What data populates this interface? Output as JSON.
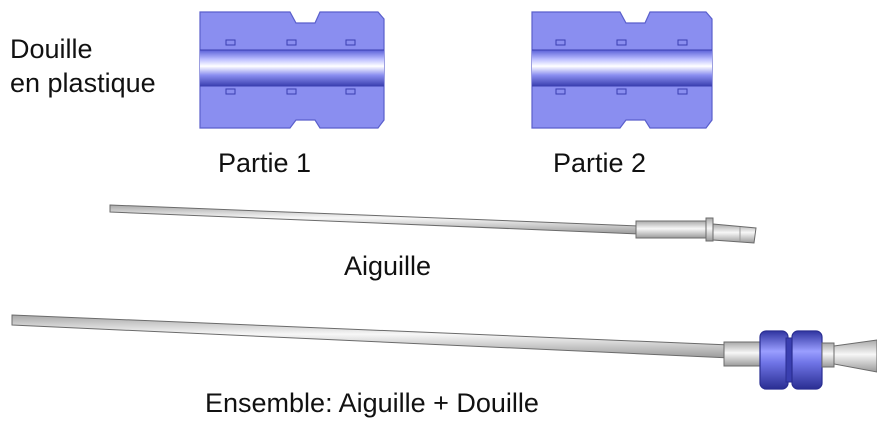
{
  "labels": {
    "douille_line1": "Douille",
    "douille_line2": "en plastique",
    "part1": "Partie 1",
    "part2": "Partie 2",
    "needle": "Aiguille",
    "assembly": "Ensemble: Aiguille + Douille"
  },
  "colors": {
    "sleeve": "#8a8ef0",
    "sleeve_edge": "#5a5fcc",
    "needle": "#d8d8d8",
    "needle_edge": "#6b6b6b",
    "hub_dark": "#4046b8"
  }
}
